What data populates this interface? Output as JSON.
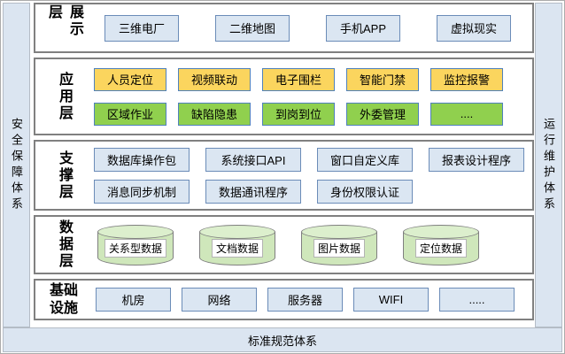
{
  "pillars": {
    "left": "安全保障体系",
    "right": "运行维护体系",
    "bottom": "标准规范体系"
  },
  "layers": [
    {
      "label": "展示层",
      "rows": [
        [
          "三维电厂",
          "二维地图",
          "手机APP",
          "虚拟现实"
        ]
      ]
    },
    {
      "label": "应用层",
      "rows": [
        [
          "人员定位",
          "视频联动",
          "电子围栏",
          "智能门禁",
          "监控报警"
        ],
        [
          "区域作业",
          "缺陷隐患",
          "到岗到位",
          "外委管理",
          "...."
        ]
      ]
    },
    {
      "label": "支撑层",
      "rows": [
        [
          "数据库操作包",
          "系统接口API",
          "窗口自定义库",
          "报表设计程序"
        ],
        [
          "消息同步机制",
          "数据通讯程序",
          "身份权限认证"
        ]
      ]
    },
    {
      "label": "数据层",
      "rows": [
        [
          "关系型数据",
          "文档数据",
          "图片数据",
          "定位数据"
        ]
      ]
    },
    {
      "label": "基础设施",
      "rows": [
        [
          "机房",
          "网络",
          "服务器",
          "WIFI",
          "....."
        ]
      ]
    }
  ],
  "colors": {
    "pillar_bg": "#dbe5f1",
    "box_blue_bg": "#dbe6f2",
    "box_blue_border": "#6b8cb8",
    "box_yellow_bg": "#fbd55e",
    "box_green_bg": "#90d04e",
    "box_accent_border": "#4f81bd",
    "cylinder_bg": "#cfe7bb",
    "layer_border": "#808080"
  }
}
